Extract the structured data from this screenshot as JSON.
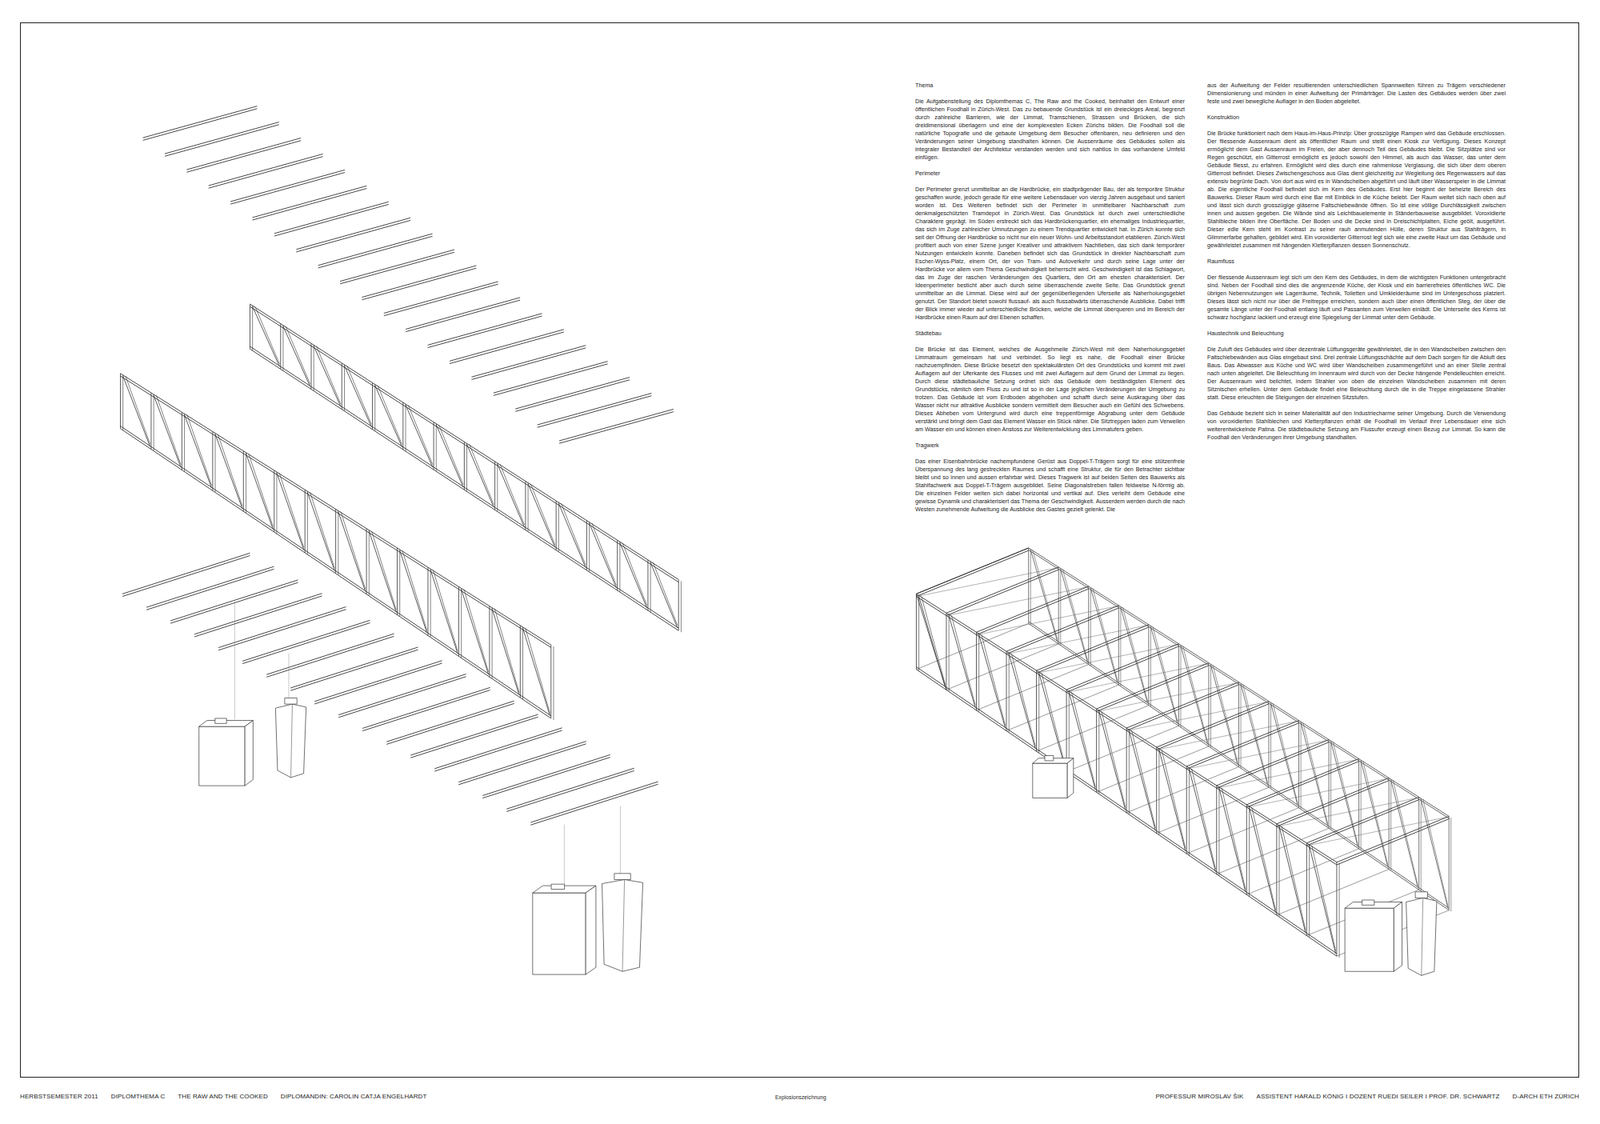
{
  "diagram": {
    "labels": [
      "Thema",
      "Die Aufgabenstellung des Diplomthemas C, The Raw and the Cooked, beinhaltet den Entwurf einer öffentlichen Foodhall in Zürich-West. Das zu bebauende Grundstück ist ein dreieckiges Areal, begrenzt durch zahlreiche Barrieren, wie der Limmat, Tramschienen, Strassen und Brücken, die sich dreidimensional überlagern und eine der komplexesten Ecken Zürichs bilden. Die Foodhall soll die natürliche Topografie und die gebaute Umgebung dem Besucher offenbaren, neu definieren und den Veränderungen seiner Umgebung standhalten können. Die Aussenräume des Gebäudes sollen als integraler Bestandteil der Architektur verstanden werden und sich nahtlos in das vorhandene Umfeld einfügen.",
      "Perimeter",
      "Der Perimeter grenzt unmittelbar an die Hardbrücke, ein stadtprägender Bau, der als temporäre Struktur geschaffen wurde, jedoch gerade für eine weitere Lebensdauer von vierzig Jahren ausgebaut und saniert worden ist. Des Weiteren befindet sich der Perimeter in unmittelbarer Nachbarschaft zum denkmalgeschützten Tramdepot in Zürich-West. Das Grundstück ist durch zwei unterschiedliche Charaktere geprägt. Im Süden erstreckt sich das Hardbrückenquartier, ein ehemaliges Industriequartier, das sich im Zuge zahlreicher Umnutzungen zu einem Trendquartier entwickelt hat. In Zürich konnte sich seit der Öffnung der Hardbrücke so nicht nur ein neuer Wohn- und Arbeitsstandort etablieren. Zürich-West profitiert auch von einer Szene junger Kreativer und attraktivem Nachtleben, das sich dank temporärer Nutzungen entwickeln konnte. Daneben befindet sich das Grundstück in direkter Nachbarschaft zum Escher-Wyss-Platz, einem Ort, der von Tram- und Autoverkehr und durch seine Lage unter der Hardbrücke vor allem vom Thema Geschwindigkeit beherrscht wird. Geschwindigkeit ist das Schlagwort, das im Zuge der raschen Veränderungen des Quartiers, den Ort am ehesten charakterisiert. Der Ideenperimeter besticht aber auch durch seine überraschende zweite Seite. Das Grundstück grenzt unmittelbar an die Limmat. Diese wird auf der gegenüberliegenden Uferseite als Naherholungsgebiet genutzt. Der Standort bietet sowohl flussauf- als auch flussabwärts überraschende Ausblicke. Dabei trifft der Blick immer wieder auf unterschiedliche Brücken, welche die Limmat überqueren und im Bereich der Hardbrücke einen Raum auf drei Ebenen schaffen.",
      "Städtebau",
      "Die Brücke ist das Element, welches die Ausgehmeile Zürich-West mit dem Naherholungsgebiet Limmatraum gemeinsam hat und verbindet. So liegt es nahe, die Foodhall einer Brücke nachzuempfinden. Diese Brücke besetzt den spektakulärsten Ort des Grundstücks und kommt mit zwei Auflagern auf der Uferkante des Flusses und mit zwei Auflagern auf dem Grund der Limmat zu liegen. Durch diese städtebauliche Setzung ordnet sich das Gebäude dem beständigsten Element des Grundstücks, nämlich dem Fluss zu und ist so in der Lage jeglichen Veränderungen der Umgebung zu trotzen. Das Gebäude ist vom Erdboden abgehoben und schafft durch seine Auskragung über das Wasser nicht nur attraktive Ausblicke sondern vermittelt dem Besucher auch ein Gefühl des Schwebens. Dieses Abheben vom Untergrund wird durch eine treppenförmige Abgrabung unter dem Gebäude verstärkt und bringt dem Gast das Element Wasser ein Stück näher. Die Sitztreppen laden zum Verweilen am Wasser ein und können einen Anstoss zur Weiterentwicklung des Limmatufers geben.",
      "Tragwerk",
      "Das einer Eisenbahnbrücke nachempfundene Gerüst aus Doppel-T-Trägern sorgt für eine stützenfreie Überspannung des lang gestreckten Raumes und schafft eine Struktur, die für den Betrachter sichtbar bleibt und so innen und aussen erfahrbar wird. Dieses Tragwerk ist auf beiden Seiten des Bauwerks als Stahlfachwerk aus Doppel-T-Trägern ausgebildet. Seine Diagonalstreben fallen feldweise N-förmig ab. Die einzelnen Felder weiten sich dabei horizontal und vertikal auf. Dies verleiht dem Gebäude eine gewisse Dynamik und charakterisiert das Thema der Geschwindigkeit. Ausserdem werden durch die nach Westen zunehmende Aufweitung die Ausblicke des Gastes gezielt gelenkt. Die",
      "aus der Aufweitung der Felder resultierenden unterschiedlichen Spannweiten führen zu Trägern verschiedener Dimensionierung und münden in einer Aufweitung der Primärträger. Die Lasten des Gebäudes werden über zwei feste und zwei bewegliche Auflager in den Boden abgeleitet.",
      "Konstruktion",
      "Die Brücke funktioniert nach dem Haus-im-Haus-Prinzip: Über grosszügige Rampen wird das Gebäude erschlossen. Der fliessende Aussenraum dient als öffentlicher Raum und stellt einen Kiosk zur Verfügung. Dieses Konzept ermöglicht dem Gast Aussenraum im Freien, der aber dennoch Teil des Gebäudes bleibt. Die Sitzplätze sind vor Regen geschützt, ein Gitterrost ermöglicht es jedoch sowohl den Himmel, als auch das Wasser, das unter dem Gebäude fliesst, zu erfahren. Ermöglicht wird dies durch eine rahmenlose Verglasung, die sich über dem oberen Gitterrost befindet. Dieses Zwischengeschoss aus Glas dient gleichzeitig zur Wegleitung des Regenwassers auf das extensiv begrünte Dach. Von dort aus wird es in Wandscheiben abgeführt und läuft über Wasserspeier in die Limmat ab. Die eigentliche Foodhall befindet sich im Kern des Gebäudes. Erst hier beginnt der beheizte Bereich des Bauwerks. Dieser Raum wird durch eine Bar mit Einblick in die Küche belebt. Der Raum weitet sich nach oben auf und lässt sich durch grosszügige gläserne Faltschiebewände öffnen. So ist eine völlige Durchlässigkeit zwischen innen und aussen gegeben. Die Wände sind als Leichtbauelemente in Ständerbauweise ausgebildet. Voroxidierte Stahlbleche bilden ihre Oberfläche. Der Boden und die Decke sind in Dreischichtplatten, Eiche geölt, ausgeführt. Dieser edle Kern steht im Kontrast zu seiner rauh anmutenden Hülle, deren Struktur aus Stahlträgern, in Glimmerfarbe gehalten, gebildet wird. Ein voroxidierter Gitterrost legt sich wie eine zweite Haut um das Gebäude und gewährleistet zusammen mit hängenden Kletterpflanzen dessen Sonnenschutz.",
      "Raumfluss",
      "Der fliessende Aussenraum legt sich um den Kern des Gebäudes, in dem die wichtigsten Funktionen untergebracht sind. Neben der Foodhall sind dies die angrenzende Küche, der Kiosk und ein barrierefreies öffentliches WC. Die übrigen Nebennutzungen wie Lagerräume, Technik, Toiletten und Umkleideräume sind im Untergeschoss platziert. Dieses lässt sich nicht nur über die Freitreppe erreichen, sondern auch über einen öffentlichen Steg, der über die gesamte Länge unter der Foodhall entlang läuft und Passanten zum Verweilen einlädt. Die Unterseite des Kerns ist schwarz hochglanz lackiert und erzeugt eine Spiegelung der Limmat unter dem Gebäude.",
      "Haustechnik und Beleuchtung",
      "Die Zuluft des Gebäudes wird über dezentrale Lüftungsgeräte gewährleistet, die in den Wandscheiben zwischen den Faltschiebewänden aus Glas eingebaut sind. Drei zentrale Lüftungsschächte auf dem Dach sorgen für die Abluft des Baus. Das Abwasser aus Küche und WC wird über Wandscheiben zusammengeführt und an einer Stelle zentral nach unten abgeleitet. Die Beleuchtung im Innenraum wird durch von der Decke hängende Pendelleuchten erreicht. Der Aussenraum wird belichtet, indem Strahler von oben die einzelnen Wandscheiben zusammen mit deren Sitznischen erhellen. Unter dem Gebäude findet eine Beleuchtung durch die in die Treppe eingelassene Strahler statt. Diese erleuchten die Steigungen der einzelnen Sitzstufen.",
      "Das Gebäude bezieht sich in seiner Materialität auf den Industriecharme seiner Umgebung. Durch die Verwendung von voroxidierten Stahlblechen und Kletterpflanzen erhält die Foodhall im Verlauf ihrer Lebensdauer eine sich weiterentwickelnde Patina. Die städtebauliche Setzung am Flussufer erzeugt einen Bezug zur Limmat. So kann die Foodhall den Veränderungen ihrer Umgebung standhalten.",
      "HERBSTSEMESTER 2011",
      "DIPLOMTHEMA C",
      "THE RAW AND THE COOKED",
      "DIPLOMANDIN: CAROLIN CATJA ENGELHARDT",
      "Explosionszeichnung",
      "PROFESSUR MIROSLAV ŠIK",
      "ASSISTENT HARALD KÖNIG I DOZENT RUEDI SEILER I PROF. DR. SCHWARTZ",
      "D-ARCH ETH ZÜRICH"
    ]
  }
}
